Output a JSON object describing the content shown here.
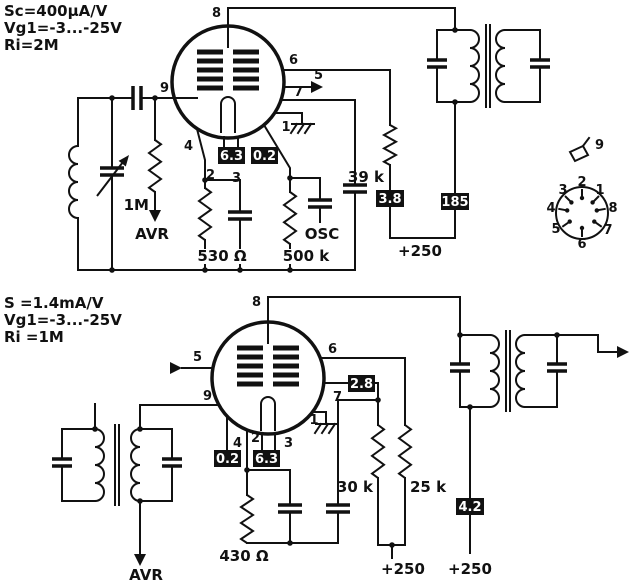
{
  "top_circuit": {
    "specs": {
      "line1": "Sc=400µA/V",
      "line2": "Vg1=-3...-25V",
      "line3": "Ri=2M"
    },
    "pins": {
      "p1": "1",
      "p2": "2",
      "p3": "3",
      "p4": "4",
      "p5": "5",
      "p6": "6",
      "p7": "7",
      "p8": "8",
      "p9": "9"
    },
    "boxes": {
      "heater_voltage": "6.3",
      "osc_grid": "0.2",
      "screen_current": "3.8",
      "anode_voltage": "185"
    },
    "labels": {
      "grid_resistor": "1M",
      "avr": "AVR",
      "cathode_resistor": "530 Ω",
      "osc_resistor": "500 k",
      "osc_terminal": "OSC",
      "screen_resistor": "39 k",
      "supply": "+250"
    }
  },
  "bottom_circuit": {
    "specs": {
      "line1": "S =1.4mA/V",
      "line2": "Vg1=-3...-25V",
      "line3": "Ri =1M"
    },
    "pins": {
      "p1": "1",
      "p2": "2",
      "p3": "3",
      "p4": "4",
      "p5": "5",
      "p6": "6",
      "p7": "7",
      "p8": "8",
      "p9": "9"
    },
    "boxes": {
      "grid_voltage": "0.2",
      "heater_voltage": "6.3",
      "screen_current": "2.8",
      "anode_current": "4.2"
    },
    "labels": {
      "avr": "AVR",
      "cathode_resistor": "430 Ω",
      "screen_resistor_a": "30 k",
      "screen_resistor_b": "25 k",
      "supply_screen": "+250",
      "supply_anode": "+250"
    }
  },
  "socket": {
    "top_cap_label": "9",
    "pins": {
      "p1": "1",
      "p2": "2",
      "p3": "3",
      "p4": "4",
      "p5": "5",
      "p6": "6",
      "p7": "7",
      "p8": "8"
    }
  }
}
